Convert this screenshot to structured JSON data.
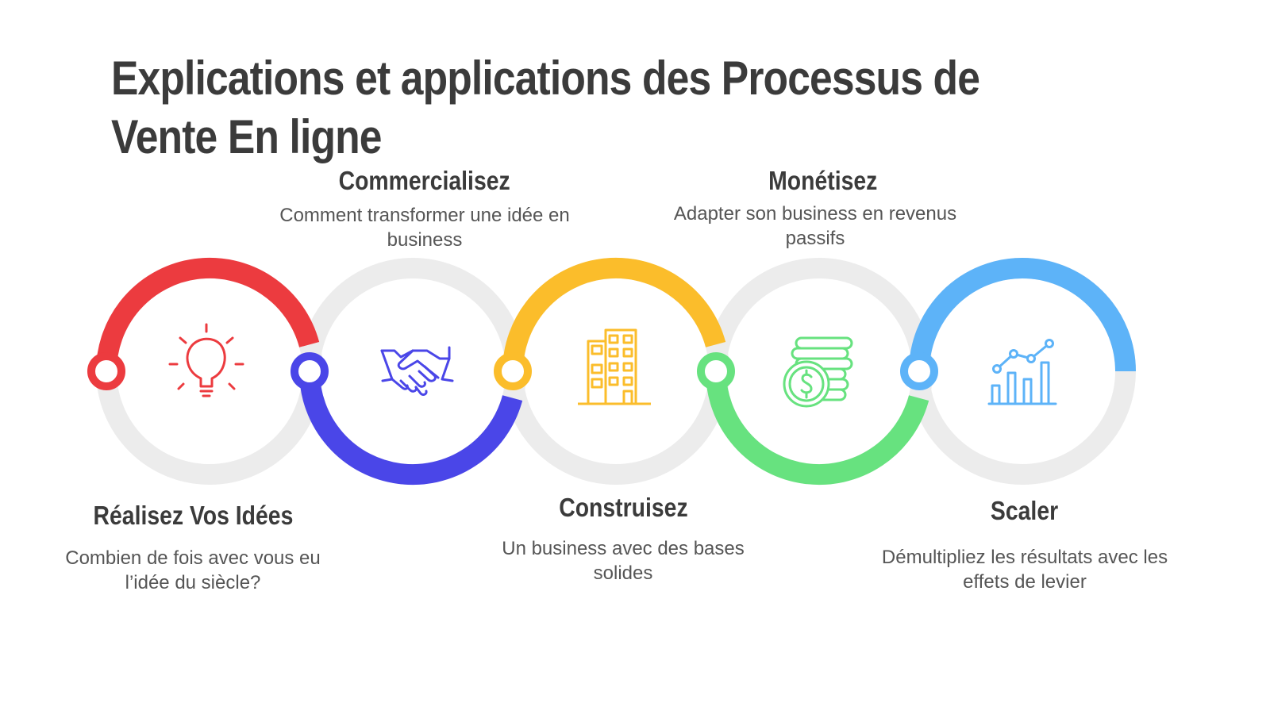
{
  "title": "Explications et applications des Processus de Vente En ligne",
  "steps": [
    {
      "title": "Réalisez Vos Idées",
      "description": "Combien de fois avec vous eu l’idée du siècle?",
      "icon": "lightbulb-icon",
      "color": "#ec3b3f",
      "label_position": "bottom"
    },
    {
      "title": "Commercialisez",
      "description": "Comment transformer une idée en business",
      "icon": "handshake-icon",
      "color": "#4a46e8",
      "label_position": "top"
    },
    {
      "title": "Construisez",
      "description": "Un business avec des bases solides",
      "icon": "building-icon",
      "color": "#fbbd2b",
      "label_position": "bottom"
    },
    {
      "title": "Monétisez",
      "description": "Adapter son business en revenus passifs",
      "icon": "coins-icon",
      "color": "#67e27f",
      "label_position": "top"
    },
    {
      "title": "Scaler",
      "description": "Démultipliez les résultats avec les effets de levier",
      "icon": "growth-chart-icon",
      "color": "#5db3f8",
      "label_position": "bottom"
    }
  ],
  "ring_color": "#ececec"
}
